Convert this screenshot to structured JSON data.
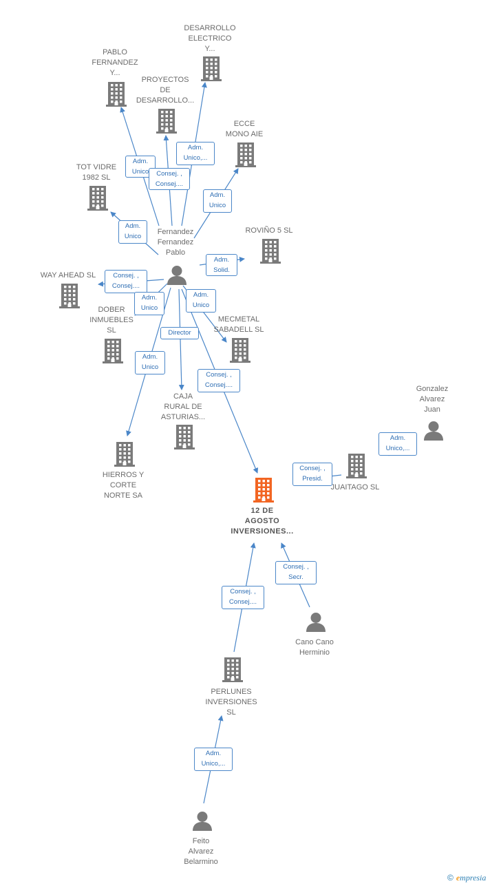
{
  "colors": {
    "edge": "#4a86c8",
    "icon": "#7a7a7a",
    "highlight": "#f26522",
    "tag_text": "#2d6db3"
  },
  "nodes": [
    {
      "id": "desarrollo",
      "kind": "company",
      "label": "DESARROLLO\nELECTRICO\nY..."
    },
    {
      "id": "pablo_fy",
      "kind": "company",
      "label": "PABLO\nFERNANDEZ\nY..."
    },
    {
      "id": "proyectos",
      "kind": "company",
      "label": "PROYECTOS\nDE\nDESARROLLO..."
    },
    {
      "id": "ecce",
      "kind": "company",
      "label": "ECCE\nMONO AIE"
    },
    {
      "id": "totvidre",
      "kind": "company",
      "label": "TOT VIDRE\n1982  SL"
    },
    {
      "id": "rovino",
      "kind": "company",
      "label": "ROVIÑO 5 SL"
    },
    {
      "id": "fernandez",
      "kind": "person",
      "label": "Fernandez\nFernandez\nPablo"
    },
    {
      "id": "wayahead",
      "kind": "company",
      "label": "WAY AHEAD SL"
    },
    {
      "id": "dober",
      "kind": "company",
      "label": "DOBER\nINMUEBLES\nSL"
    },
    {
      "id": "mecmetal",
      "kind": "company",
      "label": "MECMETAL\nSABADELL SL"
    },
    {
      "id": "caja",
      "kind": "company",
      "label": "CAJA\nRURAL DE\nASTURIAS..."
    },
    {
      "id": "hierros",
      "kind": "company",
      "label": "HIERROS Y\nCORTE\nNORTE SA"
    },
    {
      "id": "gonzalez",
      "kind": "person",
      "label": "Gonzalez\nAlvarez\nJuan"
    },
    {
      "id": "juaitago",
      "kind": "company",
      "label": "JUAITAGO  SL"
    },
    {
      "id": "main",
      "kind": "main",
      "label": "12 DE\nAGOSTO\nINVERSIONES..."
    },
    {
      "id": "cano",
      "kind": "person",
      "label": "Cano Cano\nHerminio"
    },
    {
      "id": "perlunes",
      "kind": "company",
      "label": "PERLUNES\nINVERSIONES\nSL"
    },
    {
      "id": "feito",
      "kind": "person",
      "label": "Feito\nAlvarez\nBelarmino"
    }
  ],
  "relations": [
    {
      "id": "r1",
      "label": "Adm.\nUnico"
    },
    {
      "id": "r2",
      "label": "Consej. ,\nConsej...."
    },
    {
      "id": "r3",
      "label": "Adm.\nUnico,..."
    },
    {
      "id": "r4",
      "label": "Adm.\nUnico"
    },
    {
      "id": "r5",
      "label": "Adm.\nUnico"
    },
    {
      "id": "r6",
      "label": "Adm.\nSolid."
    },
    {
      "id": "r7",
      "label": "Consej. ,\nConsej...."
    },
    {
      "id": "r8",
      "label": "Adm.\nUnico"
    },
    {
      "id": "r9",
      "label": "Adm.\nUnico"
    },
    {
      "id": "r10",
      "label": "Director"
    },
    {
      "id": "r11",
      "label": "Adm.\nUnico"
    },
    {
      "id": "r12",
      "label": "Consej. ,\nConsej...."
    },
    {
      "id": "r13",
      "label": "Adm.\nUnico,..."
    },
    {
      "id": "r14",
      "label": "Consej. ,\nPresid."
    },
    {
      "id": "r15",
      "label": "Consej. ,\nSecr."
    },
    {
      "id": "r16",
      "label": "Consej. ,\nConsej...."
    },
    {
      "id": "r17",
      "label": "Adm.\nUnico,..."
    }
  ],
  "footer": {
    "copyright": "©",
    "brand_first": "e",
    "brand_rest": "mpresia"
  }
}
